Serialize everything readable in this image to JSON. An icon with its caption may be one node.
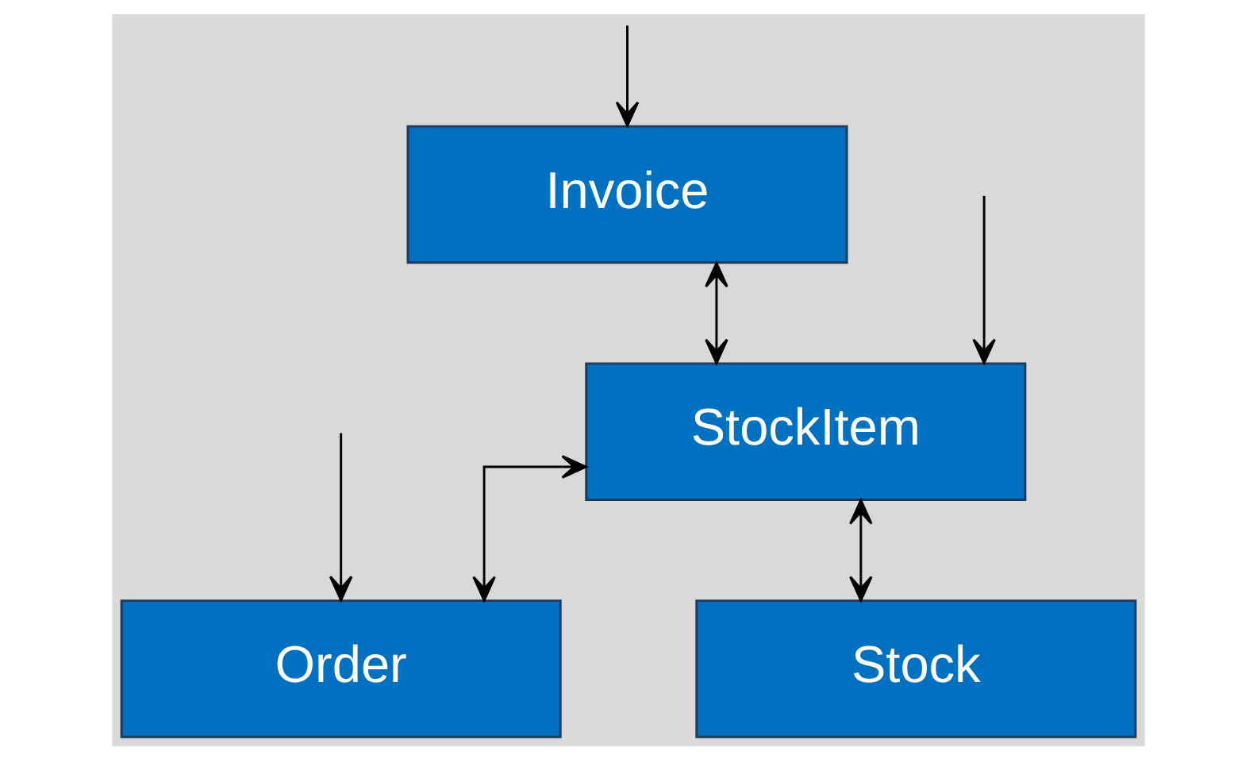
{
  "diagram": {
    "nodes": [
      {
        "text": [
          "Order"
        ]
      },
      {
        "text": [
          "Invoice"
        ]
      },
      {
        "text": [
          "StockItem"
        ]
      },
      {
        "text": [
          "Stock"
        ]
      }
    ],
    "edges": [
      {
        "from": null,
        "to": 1,
        "arrow": "to"
      },
      {
        "from": null,
        "to": 0,
        "arrow": "to"
      },
      {
        "from": 2,
        "to": 0,
        "arrow": "both"
      },
      {
        "from": 1,
        "to": 2,
        "arrow": "both"
      },
      {
        "from": null,
        "to": 2,
        "arrow": "to"
      },
      {
        "from": 2,
        "to": 3,
        "arrow": "both"
      }
    ]
  }
}
